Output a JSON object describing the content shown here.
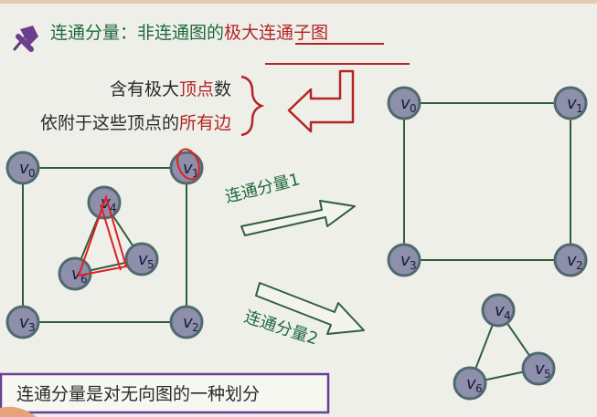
{
  "title": {
    "prefix": "连通分量：非连通图的",
    "highlight": "极大连通子图"
  },
  "explain": {
    "line1_prefix": "含有极大",
    "line1_highlight": "顶点",
    "line1_suffix": "数",
    "line2_prefix": "依附于这些顶点的",
    "line2_highlight": "所有边"
  },
  "arrows": {
    "label1": "连通分量1",
    "label2": "连通分量2"
  },
  "note": "连通分量是对无向图的一种划分",
  "vertices": {
    "left": [
      {
        "id": "v0",
        "base": "v",
        "sub": "0"
      },
      {
        "id": "v1",
        "base": "v",
        "sub": "1"
      },
      {
        "id": "v2",
        "base": "v",
        "sub": "2"
      },
      {
        "id": "v3",
        "base": "v",
        "sub": "3"
      },
      {
        "id": "v4",
        "base": "v",
        "sub": "4"
      },
      {
        "id": "v5",
        "base": "v",
        "sub": "5"
      },
      {
        "id": "v6",
        "base": "v",
        "sub": "6"
      }
    ],
    "comp1": [
      {
        "id": "v0",
        "base": "v",
        "sub": "0"
      },
      {
        "id": "v1",
        "base": "v",
        "sub": "1"
      },
      {
        "id": "v2",
        "base": "v",
        "sub": "2"
      },
      {
        "id": "v3",
        "base": "v",
        "sub": "3"
      }
    ],
    "comp2": [
      {
        "id": "v4",
        "base": "v",
        "sub": "4"
      },
      {
        "id": "v5",
        "base": "v",
        "sub": "5"
      },
      {
        "id": "v6",
        "base": "v",
        "sub": "6"
      }
    ]
  },
  "colors": {
    "title_text": "#1e6a3c",
    "highlight": "#b42424",
    "edge": "#2f5f3a",
    "node_fill": "#8e8fab",
    "node_stroke": "#4f6a6e",
    "annotation": "#e02020",
    "note_border": "#6a3d98",
    "arrow": "#2f5f3a"
  }
}
